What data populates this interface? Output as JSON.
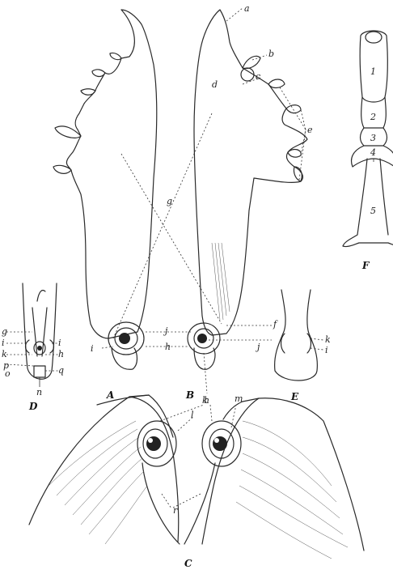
{
  "panels": {
    "A": "A",
    "B": "B",
    "C": "C",
    "D": "D",
    "E": "E",
    "F": "F"
  },
  "labels": {
    "a": "a",
    "b": "b",
    "c": "c",
    "d": "d",
    "e": "e",
    "f": "f",
    "g": "g",
    "h": "h",
    "i": "i",
    "j": "j",
    "k": "k",
    "l": "l",
    "m": "m",
    "n": "n",
    "o": "o",
    "p": "p",
    "q": "q",
    "r": "r"
  },
  "segments": [
    "1",
    "2",
    "3",
    "4",
    "5"
  ]
}
